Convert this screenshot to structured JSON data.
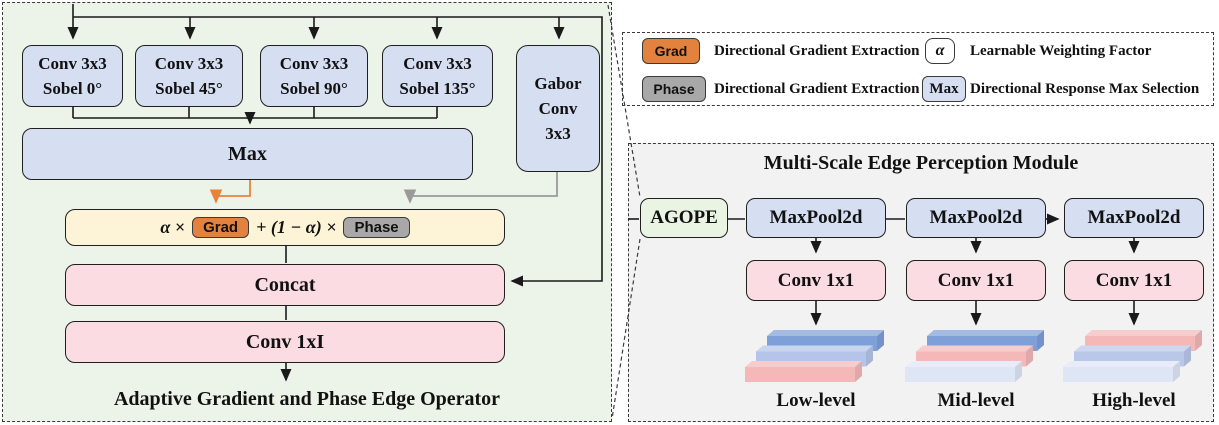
{
  "agope_panel": {
    "title": "Adaptive Gradient and Phase Edge Operator",
    "sobel_blocks": [
      {
        "line1": "Conv 3x3",
        "line2": "Sobel 0°"
      },
      {
        "line1": "Conv 3x3",
        "line2": "Sobel 45°"
      },
      {
        "line1": "Conv 3x3",
        "line2": "Sobel 90°"
      },
      {
        "line1": "Conv 3x3",
        "line2": "Sobel 135°"
      }
    ],
    "gabor_block": {
      "line1": "Gabor",
      "line2": "Conv",
      "line3": "3x3"
    },
    "max_label": "Max",
    "equation": {
      "alpha_term": "α ×",
      "grad_chip": "Grad",
      "middle_term": "+ (1 − α) ×",
      "phase_chip": "Phase"
    },
    "concat_label": "Concat",
    "conv_label": "Conv 1xI"
  },
  "legend": {
    "items": [
      {
        "chip": "Grad",
        "text": "Directional Gradient Extraction"
      },
      {
        "chip": "α",
        "text": "Learnable Weighting Factor"
      },
      {
        "chip": "Phase",
        "text": "Directional Gradient Extraction"
      },
      {
        "chip": "Max",
        "text": "Directional Response Max Selection"
      }
    ]
  },
  "mepm": {
    "title": "Multi-Scale Edge Perception Module",
    "input_label": "AGOPE",
    "maxpool_labels": [
      "MaxPool2d",
      "MaxPool2d",
      "MaxPool2d"
    ],
    "conv_labels": [
      "Conv 1x1",
      "Conv 1x1",
      "Conv 1x1"
    ],
    "bar_groups": [
      {
        "label": "Low-level",
        "colors": [
          "#7f9fd9",
          "#b4c5e9",
          "#f4b8b8"
        ]
      },
      {
        "label": "Mid-level",
        "colors": [
          "#7f9fd9",
          "#f4b8b8",
          "#dee5f5"
        ]
      },
      {
        "label": "High-level",
        "colors": [
          "#f4b8b8",
          "#b9c7e9",
          "#dee5f5"
        ]
      }
    ]
  },
  "colors": {
    "orange_accent": "#e2823e",
    "gray_accent": "#a8a8a8",
    "blue_box": "#d6def2",
    "pink_box": "#fadce2",
    "yellow_box": "#fdf4d8",
    "agope_panel_bg": "#ecf4e9",
    "mepm_panel_bg": "#f2f2f2",
    "agope_chip_bg": "#e9f4e2",
    "legend_max_chip_bg": "#d6def2"
  }
}
